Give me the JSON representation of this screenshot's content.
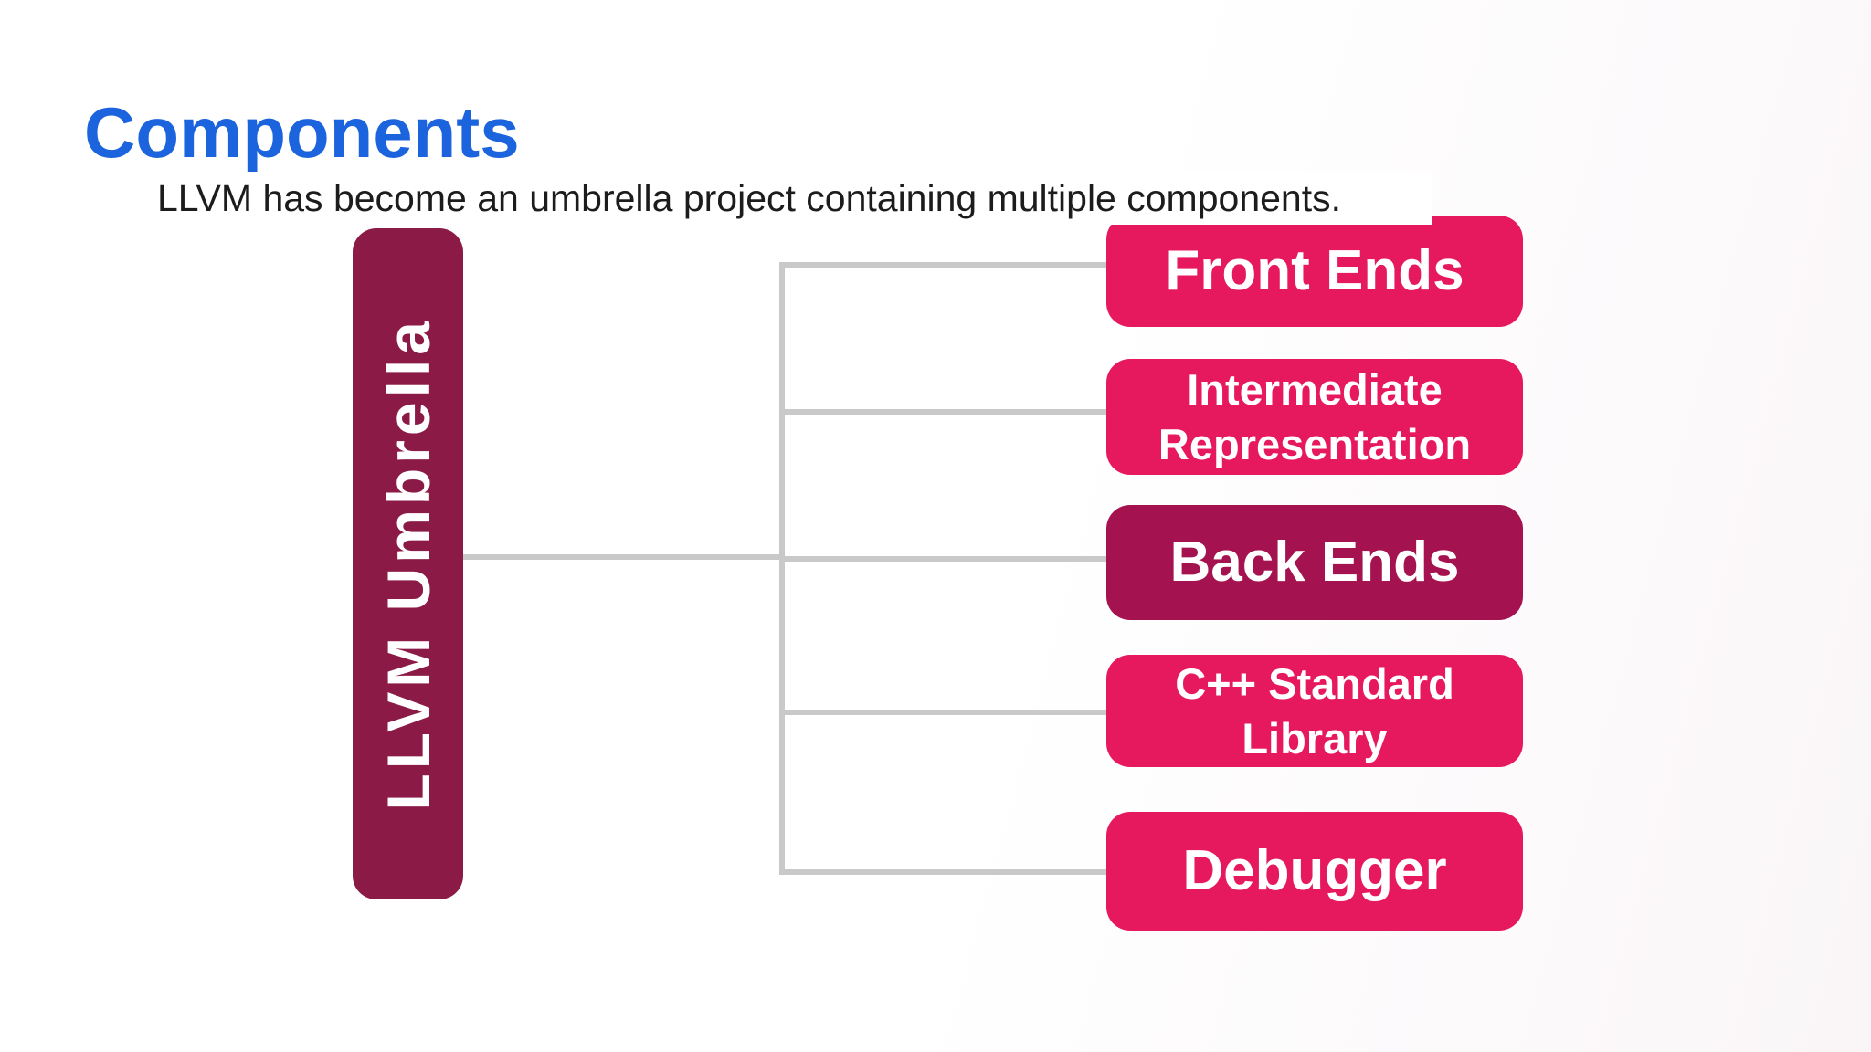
{
  "slide": {
    "title": "Components",
    "subtitle": "LLVM has become an umbrella project containing multiple components."
  },
  "diagram": {
    "root": {
      "label": "LLVM Umbrella"
    },
    "children": [
      {
        "label": "Front Ends",
        "variant": "bright"
      },
      {
        "label": "Intermediate Representation",
        "variant": "bright"
      },
      {
        "label": "Back Ends",
        "variant": "dark"
      },
      {
        "label": "C++ Standard Library",
        "variant": "bright"
      },
      {
        "label": "Debugger",
        "variant": "bright"
      }
    ]
  },
  "colors": {
    "title_blue": "#1c64dd",
    "subtitle_black": "#1c1c1c",
    "node_pink": "#e7195e",
    "node_dark_crimson": "#a4134f",
    "root_maroon": "#8b1a47",
    "connector_gray": "#c9c9c9",
    "background": "#ffffff"
  }
}
